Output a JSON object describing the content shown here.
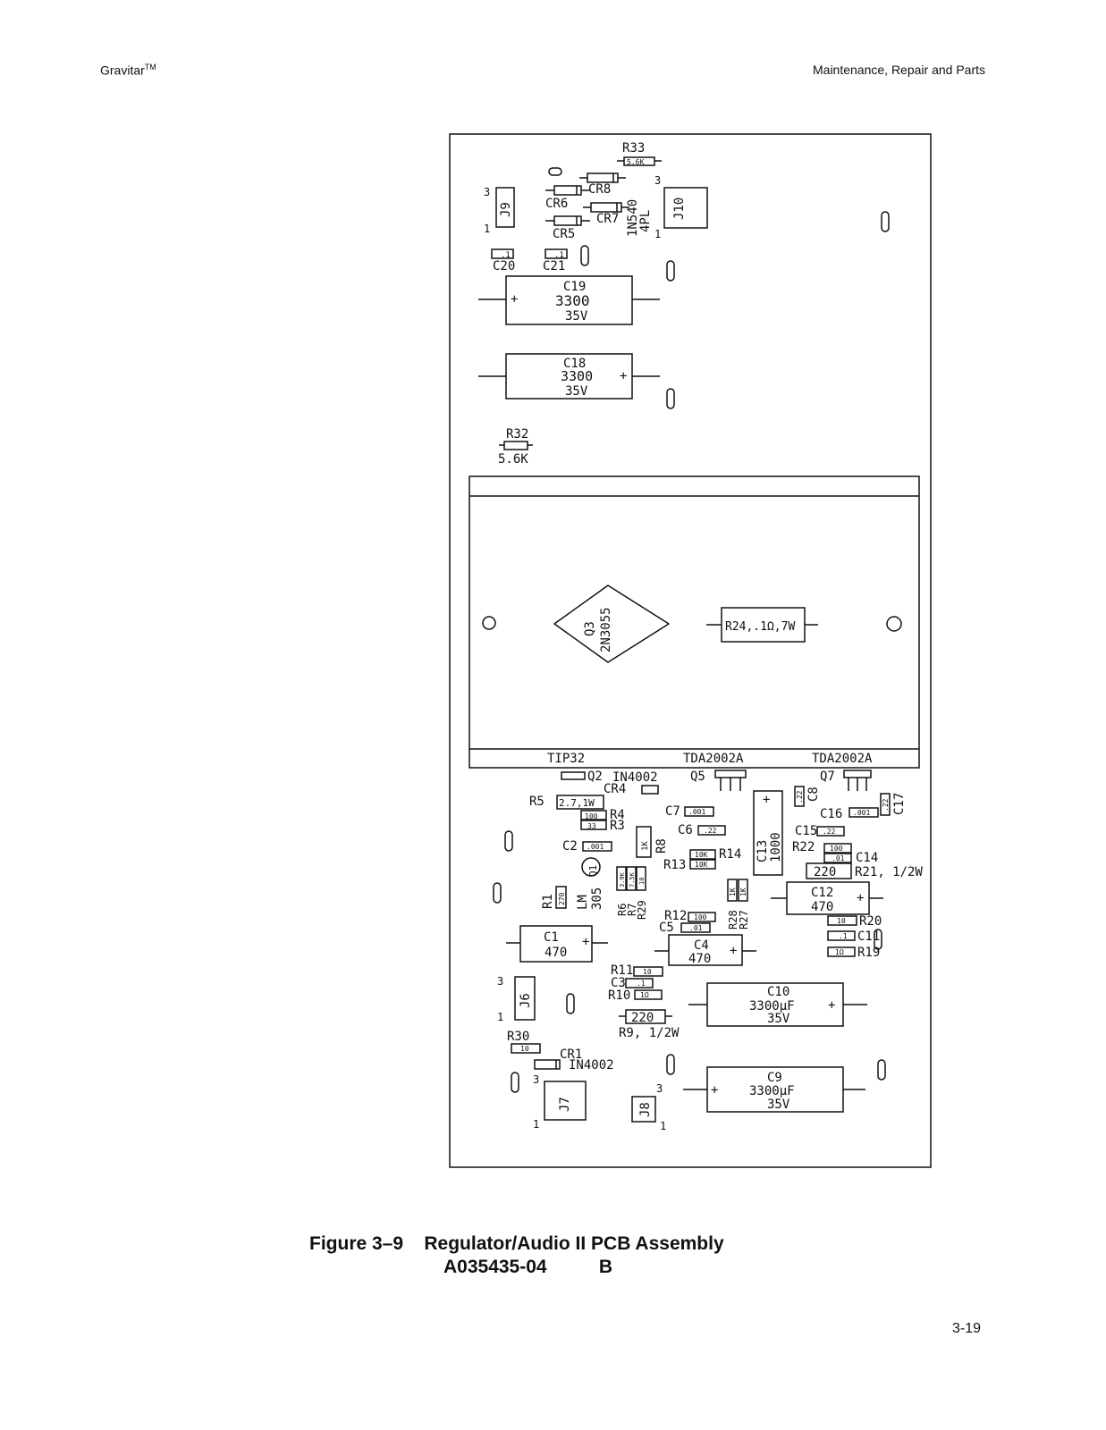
{
  "header": {
    "left_title": "Gravitar",
    "left_tm": "TM",
    "right_title": "Maintenance, Repair and Parts"
  },
  "labels": {
    "R33": "R33",
    "r33v": "5.6K",
    "CR8": "CR8",
    "CR6": "CR6",
    "CR7": "CR7",
    "CR5": "CR5",
    "diode": "1N540",
    "diode2": "4PL",
    "J9": "J9",
    "J10": "J10",
    "C20": "C20",
    "C21": "C21",
    "c20v": ".1",
    "c21v": ".1",
    "C19": "C19",
    "c19v": "3300",
    "c19r": "35V",
    "C18": "C18",
    "c18v": "3300",
    "c18r": "35V",
    "R32": "R32",
    "r32v": "5.6K",
    "Q3": "Q3",
    "q3p": "2N3055",
    "R24": "R24,.1Ω,7W",
    "TIP32": "TIP32",
    "TDA1": "TDA2002A",
    "TDA2": "TDA2002A",
    "Q2": "Q2",
    "IN4002a": "IN4002",
    "Q5": "Q5",
    "Q7": "Q7",
    "CR4": "CR4",
    "R5": "R5",
    "r5v": "2.7,1W",
    "R4": "R4",
    "r4v": "100",
    "R3": "R3",
    "r3v": "33",
    "C7": "C7",
    "c7v": ".001",
    "C6": "C6",
    "c6v": ".22",
    "C16": "C16",
    "c16v": ".001",
    "C15": "C15",
    "c15v": ".22",
    "C8": "C8",
    "c8v": ".22",
    "C17": "C17",
    "c17v": ".22",
    "C2": "C2",
    "c2v": ".001",
    "R8": "R8",
    "r8v": "1K",
    "R14": "R14",
    "R13": "R13",
    "r13v": "10K",
    "r14v": "10K",
    "C13": "C13",
    "c13v": "1000",
    "R22": "R22",
    "r22v": "100",
    "C14": "C14",
    "c14v": ".01",
    "R21": "R21, 1/2W",
    "r21v": "220",
    "Q1": "Q1",
    "LM": "LM",
    "LM2": "305",
    "R1": "R1",
    "r1v": "270",
    "R6": "R6",
    "R7": "R7",
    "R29": "R29",
    "r6v": "3.9K",
    "r7v": "7.5K",
    "r29v": "10",
    "R28": "R28",
    "R27": "R27",
    "r28v": "1K",
    "r27v": "1K",
    "C12": "C12",
    "c12v": "470",
    "R12": "R12",
    "r12v": "100",
    "C5": "C5",
    "c5v": ".01",
    "C1": "C1",
    "c1v": "470",
    "C4": "C4",
    "c4v": "470",
    "R20": "R20",
    "r20v": "10",
    "C11": "C11",
    "c11v": ".1",
    "R19": "R19",
    "r19v": "1Ω",
    "R11": "R11",
    "r11v": "10",
    "C3": "C3",
    "c3v": ".1",
    "R10": "R10",
    "r10v": "1Ω",
    "J6": "J6",
    "R9": "R9, 1/2W",
    "r9v": "220",
    "C10": "C10",
    "c10v": "3300μF",
    "c10r": "35V",
    "R30": "R30",
    "r30v": "10",
    "CR1": "CR1",
    "IN4002b": "IN4002",
    "J7": "J7",
    "J8": "J8",
    "C9": "C9",
    "c9v": "3300μF",
    "c9r": "35V",
    "plus": "+",
    "pin1": "1",
    "pin3": "3"
  },
  "caption": {
    "line1": "Figure 3–9    Regulator/Audio II PCB Assembly",
    "line2": "A035435-04          B"
  },
  "page_number": "3-19"
}
